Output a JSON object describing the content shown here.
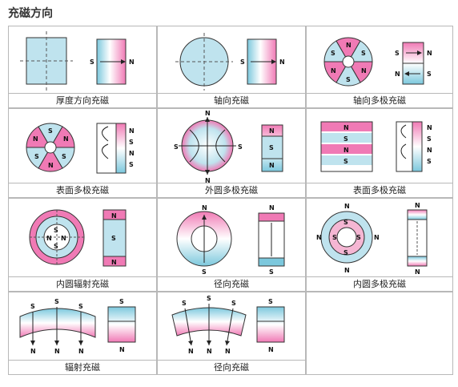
{
  "title": "充磁方向",
  "colors": {
    "pink": "#f07ab5",
    "blue": "#7cc8dd",
    "light": "#c8e8f3",
    "border": "#b8b8b8",
    "ink": "#2b2b2b"
  },
  "labels": {
    "S": "S",
    "N": "N"
  },
  "cells": [
    {
      "caption": "厚度方向充磁"
    },
    {
      "caption": "轴向充磁"
    },
    {
      "caption": "轴向多极充磁"
    },
    {
      "caption": "表面多极充磁"
    },
    {
      "caption": "外圆多极充磁"
    },
    {
      "caption": "表面多极充磁"
    },
    {
      "caption": "内圆辐射充磁"
    },
    {
      "caption": "径向充磁"
    },
    {
      "caption": "内圆多极充磁"
    },
    {
      "caption": "辐射充磁"
    },
    {
      "caption": "径向充磁"
    }
  ]
}
